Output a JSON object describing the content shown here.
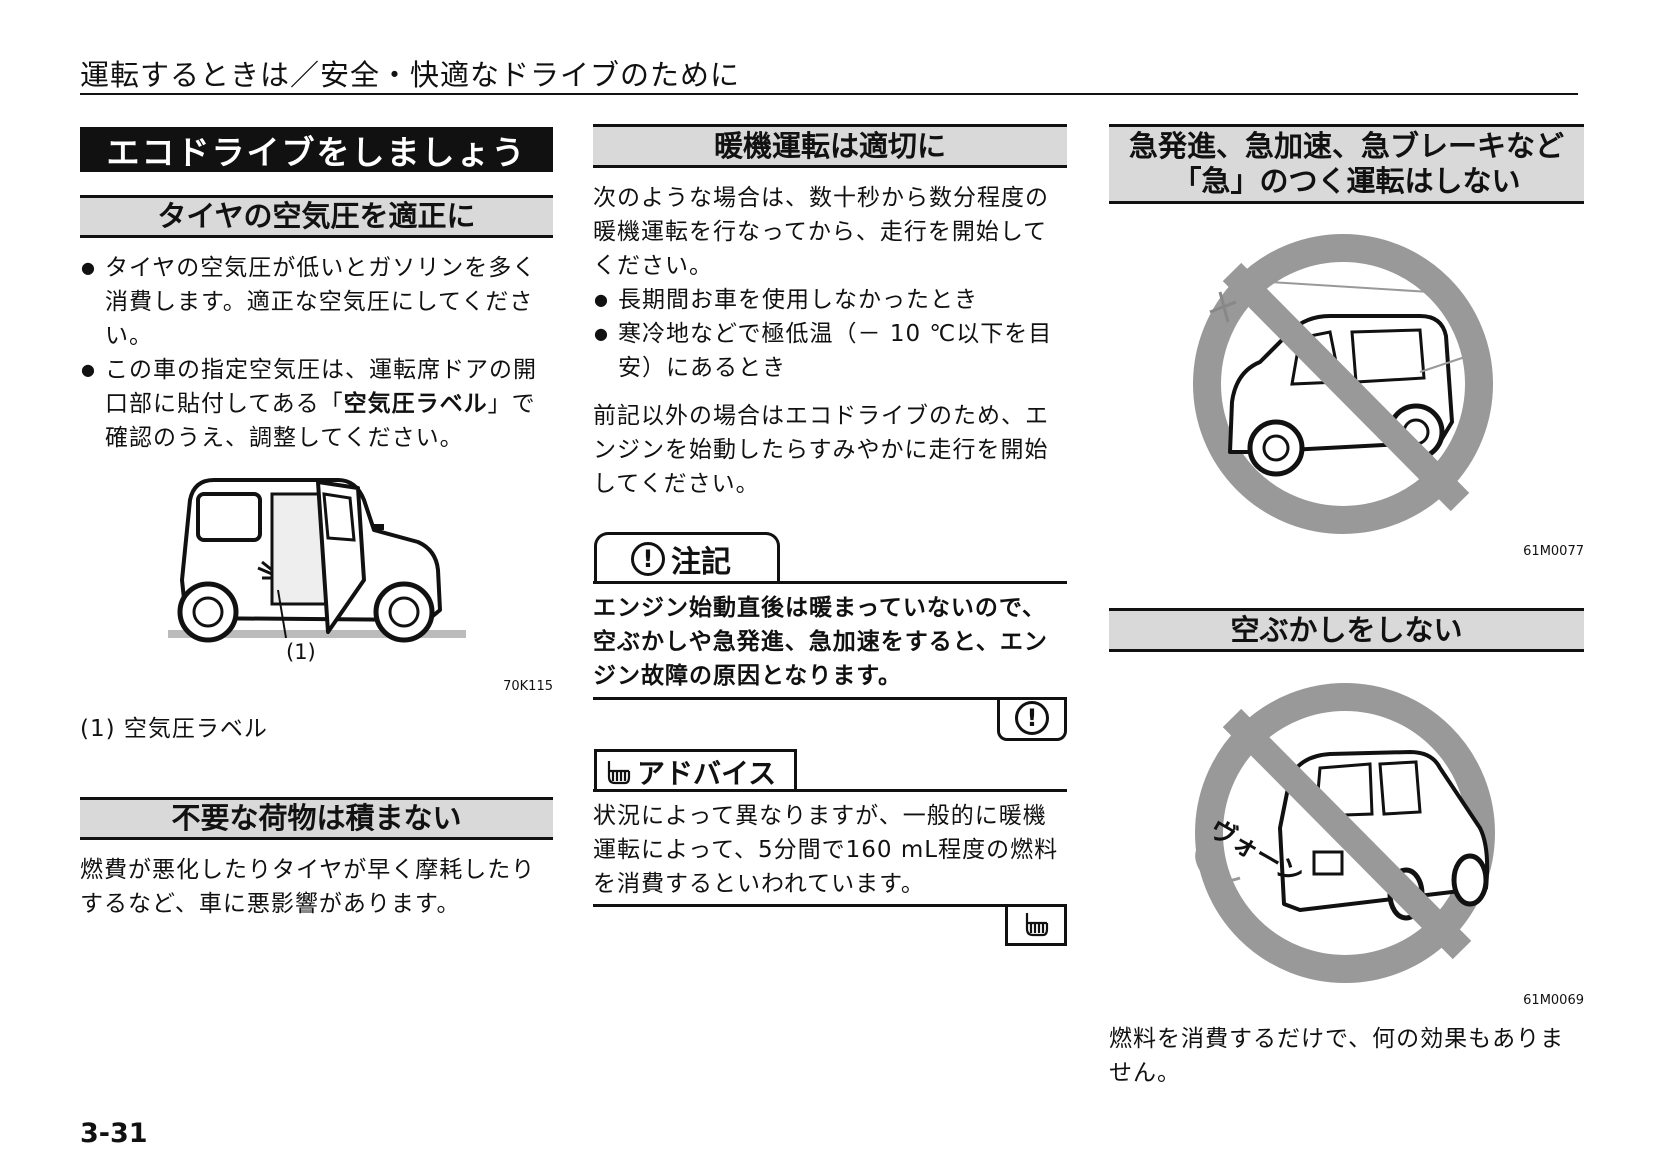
{
  "header": {
    "title": "運転するときは／安全・快適なドライブのために"
  },
  "col1": {
    "main_title": "エコドライブをしましょう",
    "tire": {
      "heading": "タイヤの空気圧を適正に",
      "bullet1": "タイヤの空気圧が低いとガソリンを多く消費します。適正な空気圧にしてください。",
      "bullet2_pre": "この車の指定空気圧は、運転席ドアの開口部に貼付してある「",
      "bullet2_bold": "空気圧ラベル",
      "bullet2_post": "」で確認のうえ、調整してください。",
      "callout": "(1)",
      "image_code": "70K115",
      "caption": "(1) 空気圧ラベル"
    },
    "cargo": {
      "heading": "不要な荷物は積まない",
      "text": "燃費が悪化したりタイヤが早く摩耗したりするなど、車に悪影響があります。"
    }
  },
  "col2": {
    "warmup": {
      "heading": "暖機運転は適切に",
      "intro": "次のような場合は、数十秒から数分程度の暖機運転を行なってから、走行を開始してください。",
      "bullet1": "長期間お車を使用しなかったとき",
      "bullet2": "寒冷地などで極低温（－ 10 ℃以下を目安）にあるとき",
      "outro": "前記以外の場合はエコドライブのため、エンジンを始動したらすみやかに走行を開始してください。"
    },
    "note": {
      "label": "注記",
      "icon": "!",
      "text": "エンジン始動直後は暖まっていないので、空ぶかしや急発進、急加速をすると、エンジン故障の原因となります。"
    },
    "advice": {
      "label": "アドバイス",
      "icon": "pointing-hand-icon",
      "text": "状況によって異なりますが、一般的に暖機運転によって、5分間で160 mL程度の燃料を消費するといわれています。"
    }
  },
  "col3": {
    "sudden": {
      "heading_line1": "急発進、急加速、急ブレーキなど",
      "heading_line2": "「急」のつく運転はしない",
      "image_code": "61M0077"
    },
    "idle": {
      "heading": "空ぶかしをしない",
      "sound": "ヴォーン",
      "image_code": "61M0069",
      "text": "燃料を消費するだけで、何の効果もありません。"
    }
  },
  "page_number": "3-31"
}
